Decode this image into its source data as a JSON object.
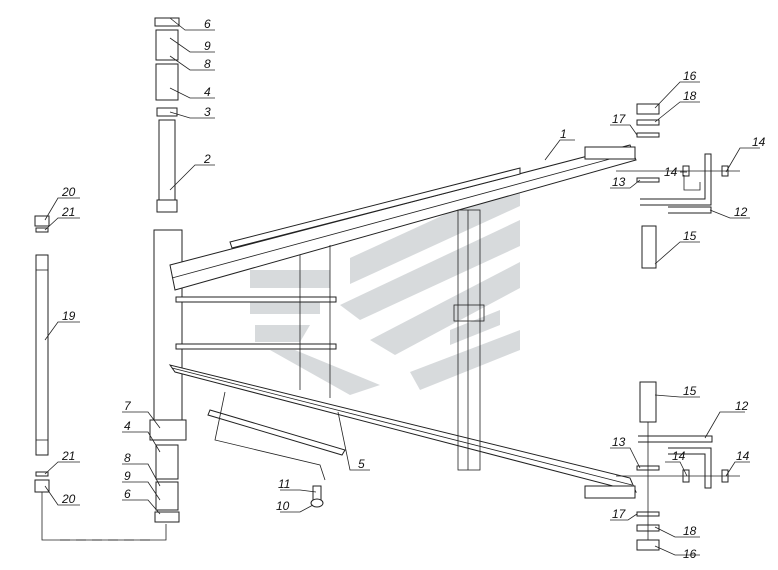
{
  "callouts": {
    "c1": "1",
    "c2": "2",
    "c3": "3",
    "c4a": "4",
    "c4b": "4",
    "c5": "5",
    "c6a": "6",
    "c6b": "6",
    "c7": "7",
    "c8a": "8",
    "c8b": "8",
    "c9a": "9",
    "c9b": "9",
    "c10": "10",
    "c11": "11",
    "c12a": "12",
    "c12b": "12",
    "c13a": "13",
    "c13b": "13",
    "c14a": "14",
    "c14b": "14",
    "c14c": "14",
    "c14d": "14",
    "c15a": "15",
    "c15b": "15",
    "c16a": "16",
    "c16b": "16",
    "c17a": "17",
    "c17b": "17",
    "c18a": "18",
    "c18b": "18",
    "c19": "19",
    "c20a": "20",
    "c20b": "20",
    "c21a": "21",
    "c21b": "21"
  },
  "watermark": {
    "color": "#c9cdd0"
  }
}
